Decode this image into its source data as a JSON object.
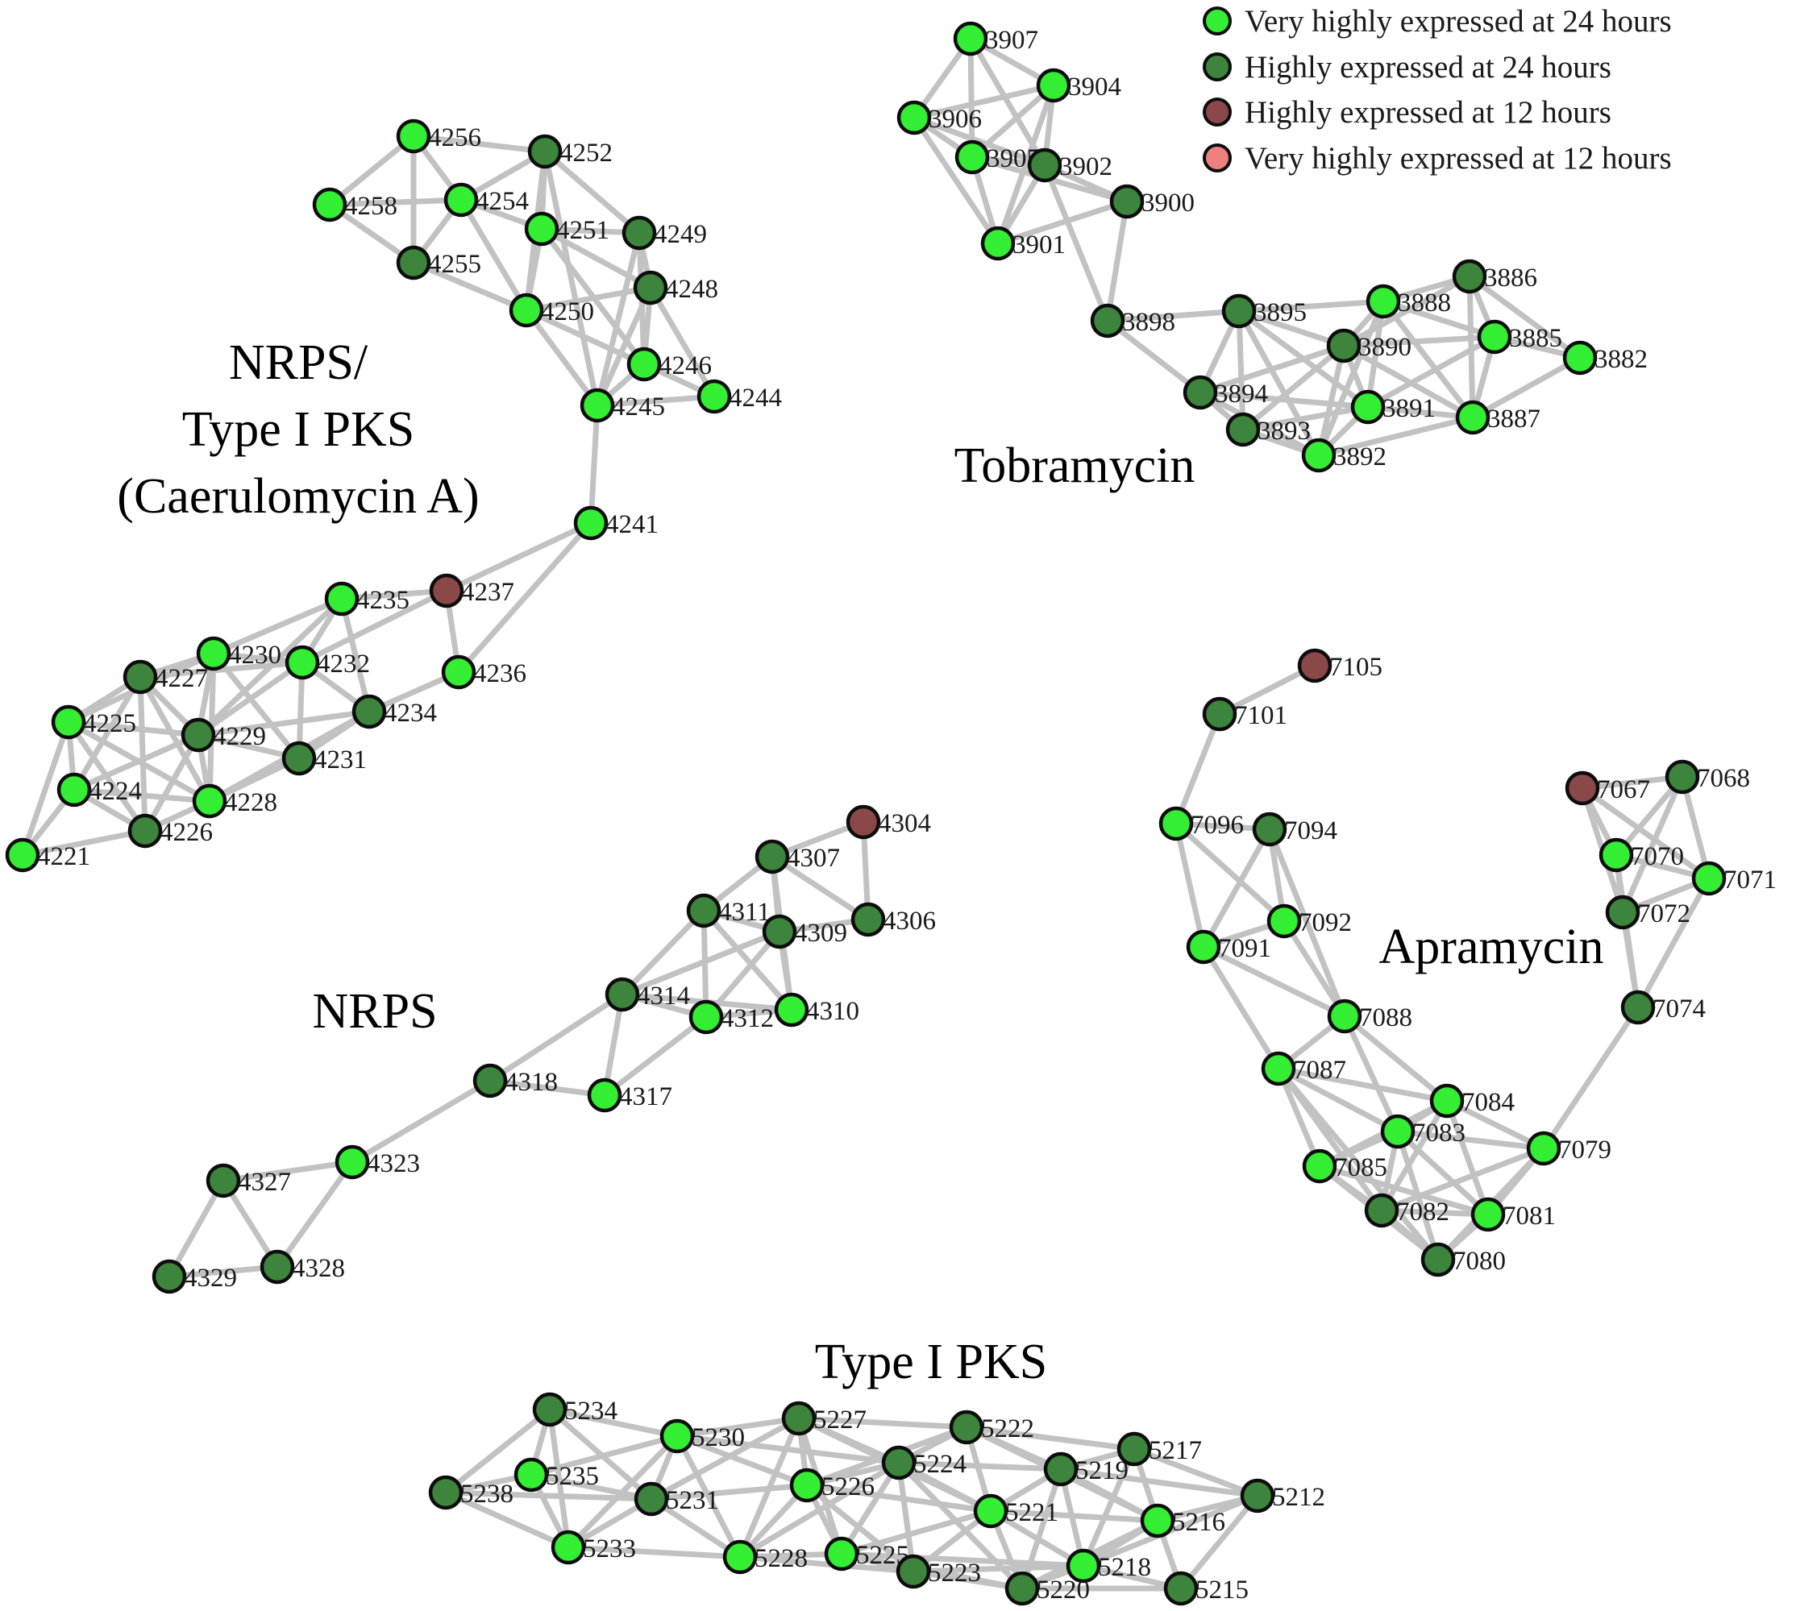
{
  "colors": {
    "very_high_24": "#33ee33",
    "high_24": "#3d843d",
    "high_12": "#8a4848",
    "very_high_12": "#ee8080",
    "edge": "#c2c2c2"
  },
  "legend": [
    {
      "label": "Very highly expressed at 24 hours",
      "category": "very_high_24"
    },
    {
      "label": "Highly expressed at 24 hours",
      "category": "high_24"
    },
    {
      "label": "Highly expressed at 12 hours",
      "category": "high_12"
    },
    {
      "label": "Very highly expressed at 12 hours",
      "category": "very_high_12"
    }
  ],
  "clusters": [
    {
      "name": "nrps_pks",
      "label_lines": [
        "NRPS/",
        "Type I PKS",
        "(Caerulomycin A)"
      ]
    },
    {
      "name": "tobramycin",
      "label_lines": [
        "Tobramycin"
      ]
    },
    {
      "name": "nrps",
      "label_lines": [
        "NRPS"
      ]
    },
    {
      "name": "apramycin",
      "label_lines": [
        "Apramycin"
      ]
    },
    {
      "name": "type1pks",
      "label_lines": [
        "Type I PKS"
      ]
    }
  ],
  "nodes": [
    {
      "id": "4256",
      "category": "very_high_24"
    },
    {
      "id": "4252",
      "category": "high_24"
    },
    {
      "id": "4258",
      "category": "very_high_24"
    },
    {
      "id": "4254",
      "category": "very_high_24"
    },
    {
      "id": "4251",
      "category": "very_high_24"
    },
    {
      "id": "4249",
      "category": "high_24"
    },
    {
      "id": "4255",
      "category": "high_24"
    },
    {
      "id": "4248",
      "category": "high_24"
    },
    {
      "id": "4250",
      "category": "very_high_24"
    },
    {
      "id": "4246",
      "category": "very_high_24"
    },
    {
      "id": "4245",
      "category": "very_high_24"
    },
    {
      "id": "4244",
      "category": "very_high_24"
    },
    {
      "id": "4241",
      "category": "very_high_24"
    },
    {
      "id": "4235",
      "category": "very_high_24"
    },
    {
      "id": "4237",
      "category": "high_12"
    },
    {
      "id": "4230",
      "category": "very_high_24"
    },
    {
      "id": "4232",
      "category": "very_high_24"
    },
    {
      "id": "4227",
      "category": "high_24"
    },
    {
      "id": "4236",
      "category": "very_high_24"
    },
    {
      "id": "4225",
      "category": "very_high_24"
    },
    {
      "id": "4229",
      "category": "high_24"
    },
    {
      "id": "4234",
      "category": "high_24"
    },
    {
      "id": "4231",
      "category": "high_24"
    },
    {
      "id": "4224",
      "category": "very_high_24"
    },
    {
      "id": "4228",
      "category": "very_high_24"
    },
    {
      "id": "4226",
      "category": "high_24"
    },
    {
      "id": "4221",
      "category": "very_high_24"
    },
    {
      "id": "3907",
      "category": "very_high_24"
    },
    {
      "id": "3904",
      "category": "very_high_24"
    },
    {
      "id": "3906",
      "category": "very_high_24"
    },
    {
      "id": "3905",
      "category": "very_high_24"
    },
    {
      "id": "3902",
      "category": "high_24"
    },
    {
      "id": "3900",
      "category": "high_24"
    },
    {
      "id": "3901",
      "category": "very_high_24"
    },
    {
      "id": "3898",
      "category": "high_24"
    },
    {
      "id": "3895",
      "category": "high_24"
    },
    {
      "id": "3888",
      "category": "very_high_24"
    },
    {
      "id": "3886",
      "category": "high_24"
    },
    {
      "id": "3890",
      "category": "high_24"
    },
    {
      "id": "3885",
      "category": "very_high_24"
    },
    {
      "id": "3882",
      "category": "very_high_24"
    },
    {
      "id": "3894",
      "category": "high_24"
    },
    {
      "id": "3891",
      "category": "very_high_24"
    },
    {
      "id": "3887",
      "category": "very_high_24"
    },
    {
      "id": "3893",
      "category": "high_24"
    },
    {
      "id": "3892",
      "category": "very_high_24"
    },
    {
      "id": "4304",
      "category": "high_12"
    },
    {
      "id": "4307",
      "category": "high_24"
    },
    {
      "id": "4311",
      "category": "high_24"
    },
    {
      "id": "4309",
      "category": "high_24"
    },
    {
      "id": "4306",
      "category": "high_24"
    },
    {
      "id": "4314",
      "category": "high_24"
    },
    {
      "id": "4312",
      "category": "very_high_24"
    },
    {
      "id": "4310",
      "category": "very_high_24"
    },
    {
      "id": "4318",
      "category": "high_24"
    },
    {
      "id": "4317",
      "category": "very_high_24"
    },
    {
      "id": "4323",
      "category": "very_high_24"
    },
    {
      "id": "4327",
      "category": "high_24"
    },
    {
      "id": "4329",
      "category": "high_24"
    },
    {
      "id": "4328",
      "category": "high_24"
    },
    {
      "id": "7105",
      "category": "high_12"
    },
    {
      "id": "7101",
      "category": "high_24"
    },
    {
      "id": "7096",
      "category": "very_high_24"
    },
    {
      "id": "7094",
      "category": "high_24"
    },
    {
      "id": "7092",
      "category": "very_high_24"
    },
    {
      "id": "7091",
      "category": "very_high_24"
    },
    {
      "id": "7088",
      "category": "very_high_24"
    },
    {
      "id": "7087",
      "category": "very_high_24"
    },
    {
      "id": "7084",
      "category": "very_high_24"
    },
    {
      "id": "7083",
      "category": "very_high_24"
    },
    {
      "id": "7085",
      "category": "very_high_24"
    },
    {
      "id": "7079",
      "category": "very_high_24"
    },
    {
      "id": "7082",
      "category": "high_24"
    },
    {
      "id": "7081",
      "category": "very_high_24"
    },
    {
      "id": "7080",
      "category": "high_24"
    },
    {
      "id": "7067",
      "category": "high_12"
    },
    {
      "id": "7068",
      "category": "high_24"
    },
    {
      "id": "7070",
      "category": "very_high_24"
    },
    {
      "id": "7071",
      "category": "very_high_24"
    },
    {
      "id": "7072",
      "category": "high_24"
    },
    {
      "id": "7074",
      "category": "high_24"
    },
    {
      "id": "5234",
      "category": "high_24"
    },
    {
      "id": "5230",
      "category": "very_high_24"
    },
    {
      "id": "5227",
      "category": "high_24"
    },
    {
      "id": "5222",
      "category": "high_24"
    },
    {
      "id": "5217",
      "category": "high_24"
    },
    {
      "id": "5238",
      "category": "high_24"
    },
    {
      "id": "5235",
      "category": "very_high_24"
    },
    {
      "id": "5231",
      "category": "high_24"
    },
    {
      "id": "5226",
      "category": "very_high_24"
    },
    {
      "id": "5224",
      "category": "high_24"
    },
    {
      "id": "5219",
      "category": "high_24"
    },
    {
      "id": "5212",
      "category": "high_24"
    },
    {
      "id": "5221",
      "category": "very_high_24"
    },
    {
      "id": "5216",
      "category": "very_high_24"
    },
    {
      "id": "5233",
      "category": "very_high_24"
    },
    {
      "id": "5228",
      "category": "very_high_24"
    },
    {
      "id": "5225",
      "category": "very_high_24"
    },
    {
      "id": "5223",
      "category": "high_24"
    },
    {
      "id": "5218",
      "category": "very_high_24"
    },
    {
      "id": "5220",
      "category": "high_24"
    },
    {
      "id": "5215",
      "category": "high_24"
    }
  ],
  "edges": [
    [
      "4256",
      "4252"
    ],
    [
      "4256",
      "4258"
    ],
    [
      "4256",
      "4254"
    ],
    [
      "4256",
      "4255"
    ],
    [
      "4252",
      "4254"
    ],
    [
      "4252",
      "4251"
    ],
    [
      "4252",
      "4249"
    ],
    [
      "4252",
      "4250"
    ],
    [
      "4258",
      "4254"
    ],
    [
      "4258",
      "4255"
    ],
    [
      "4254",
      "4251"
    ],
    [
      "4254",
      "4255"
    ],
    [
      "4254",
      "4250"
    ],
    [
      "4251",
      "4249"
    ],
    [
      "4251",
      "4250"
    ],
    [
      "4251",
      "4248"
    ],
    [
      "4251",
      "4246"
    ],
    [
      "4255",
      "4250"
    ],
    [
      "4250",
      "4248"
    ],
    [
      "4250",
      "4246"
    ],
    [
      "4250",
      "4245"
    ],
    [
      "4249",
      "4248"
    ],
    [
      "4249",
      "4246"
    ],
    [
      "4249",
      "4245"
    ],
    [
      "4248",
      "4246"
    ],
    [
      "4248",
      "4244"
    ],
    [
      "4248",
      "4245"
    ],
    [
      "4246",
      "4245"
    ],
    [
      "4246",
      "4244"
    ],
    [
      "4245",
      "4244"
    ],
    [
      "4245",
      "4241"
    ],
    [
      "4252",
      "4245"
    ],
    [
      "4241",
      "4237"
    ],
    [
      "4241",
      "4236"
    ],
    [
      "4235",
      "4237"
    ],
    [
      "4235",
      "4230"
    ],
    [
      "4235",
      "4232"
    ],
    [
      "4235",
      "4229"
    ],
    [
      "4235",
      "4234"
    ],
    [
      "4237",
      "4236"
    ],
    [
      "4237",
      "4232"
    ],
    [
      "4230",
      "4227"
    ],
    [
      "4230",
      "4232"
    ],
    [
      "4230",
      "4225"
    ],
    [
      "4230",
      "4229"
    ],
    [
      "4230",
      "4228"
    ],
    [
      "4230",
      "4231"
    ],
    [
      "4232",
      "4234"
    ],
    [
      "4232",
      "4229"
    ],
    [
      "4232",
      "4231"
    ],
    [
      "4232",
      "4227"
    ],
    [
      "4227",
      "4225"
    ],
    [
      "4227",
      "4229"
    ],
    [
      "4227",
      "4224"
    ],
    [
      "4227",
      "4226"
    ],
    [
      "4227",
      "4228"
    ],
    [
      "4225",
      "4229"
    ],
    [
      "4225",
      "4224"
    ],
    [
      "4225",
      "4226"
    ],
    [
      "4225",
      "4221"
    ],
    [
      "4225",
      "4228"
    ],
    [
      "4229",
      "4228"
    ],
    [
      "4229",
      "4231"
    ],
    [
      "4229",
      "4224"
    ],
    [
      "4229",
      "4226"
    ],
    [
      "4229",
      "4234"
    ],
    [
      "4234",
      "4231"
    ],
    [
      "4234",
      "4228"
    ],
    [
      "4236",
      "4234"
    ],
    [
      "4231",
      "4228"
    ],
    [
      "4224",
      "4226"
    ],
    [
      "4224",
      "4221"
    ],
    [
      "4224",
      "4228"
    ],
    [
      "4228",
      "4226"
    ],
    [
      "4226",
      "4221"
    ],
    [
      "4228",
      "4234"
    ],
    [
      "3907",
      "3904"
    ],
    [
      "3907",
      "3906"
    ],
    [
      "3907",
      "3905"
    ],
    [
      "3907",
      "3902"
    ],
    [
      "3904",
      "3906"
    ],
    [
      "3904",
      "3905"
    ],
    [
      "3904",
      "3902"
    ],
    [
      "3904",
      "3901"
    ],
    [
      "3906",
      "3905"
    ],
    [
      "3906",
      "3902"
    ],
    [
      "3906",
      "3901"
    ],
    [
      "3905",
      "3902"
    ],
    [
      "3905",
      "3901"
    ],
    [
      "3905",
      "3900"
    ],
    [
      "3902",
      "3900"
    ],
    [
      "3902",
      "3901"
    ],
    [
      "3902",
      "3898"
    ],
    [
      "3900",
      "3898"
    ],
    [
      "3900",
      "3901"
    ],
    [
      "3898",
      "3895"
    ],
    [
      "3898",
      "3894"
    ],
    [
      "3895",
      "3890"
    ],
    [
      "3895",
      "3894"
    ],
    [
      "3895",
      "3893"
    ],
    [
      "3895",
      "3891"
    ],
    [
      "3895",
      "3888"
    ],
    [
      "3895",
      "3892"
    ],
    [
      "3888",
      "3886"
    ],
    [
      "3888",
      "3890"
    ],
    [
      "3888",
      "3885"
    ],
    [
      "3888",
      "3891"
    ],
    [
      "3888",
      "3887"
    ],
    [
      "3888",
      "3892"
    ],
    [
      "3886",
      "3890"
    ],
    [
      "3886",
      "3885"
    ],
    [
      "3886",
      "3882"
    ],
    [
      "3886",
      "3887"
    ],
    [
      "3890",
      "3885"
    ],
    [
      "3890",
      "3891"
    ],
    [
      "3890",
      "3894"
    ],
    [
      "3890",
      "3893"
    ],
    [
      "3890",
      "3892"
    ],
    [
      "3890",
      "3887"
    ],
    [
      "3885",
      "3882"
    ],
    [
      "3885",
      "3887"
    ],
    [
      "3885",
      "3891"
    ],
    [
      "3882",
      "3887"
    ],
    [
      "3894",
      "3893"
    ],
    [
      "3894",
      "3891"
    ],
    [
      "3894",
      "3892"
    ],
    [
      "3891",
      "3887"
    ],
    [
      "3891",
      "3893"
    ],
    [
      "3891",
      "3892"
    ],
    [
      "3893",
      "3892"
    ],
    [
      "3887",
      "3892"
    ],
    [
      "4304",
      "4307"
    ],
    [
      "4304",
      "4306"
    ],
    [
      "4307",
      "4311"
    ],
    [
      "4307",
      "4309"
    ],
    [
      "4307",
      "4306"
    ],
    [
      "4307",
      "4310"
    ],
    [
      "4311",
      "4309"
    ],
    [
      "4311",
      "4314"
    ],
    [
      "4311",
      "4312"
    ],
    [
      "4311",
      "4310"
    ],
    [
      "4309",
      "4306"
    ],
    [
      "4309",
      "4314"
    ],
    [
      "4309",
      "4312"
    ],
    [
      "4309",
      "4310"
    ],
    [
      "4314",
      "4312"
    ],
    [
      "4314",
      "4310"
    ],
    [
      "4314",
      "4318"
    ],
    [
      "4314",
      "4317"
    ],
    [
      "4312",
      "4310"
    ],
    [
      "4312",
      "4317"
    ],
    [
      "4318",
      "4317"
    ],
    [
      "4318",
      "4323"
    ],
    [
      "4323",
      "4327"
    ],
    [
      "4323",
      "4328"
    ],
    [
      "4327",
      "4329"
    ],
    [
      "4327",
      "4328"
    ],
    [
      "4329",
      "4328"
    ],
    [
      "7105",
      "7101"
    ],
    [
      "7101",
      "7096"
    ],
    [
      "7096",
      "7094"
    ],
    [
      "7096",
      "7092"
    ],
    [
      "7096",
      "7091"
    ],
    [
      "7094",
      "7092"
    ],
    [
      "7094",
      "7091"
    ],
    [
      "7094",
      "7088"
    ],
    [
      "7092",
      "7091"
    ],
    [
      "7092",
      "7088"
    ],
    [
      "7091",
      "7088"
    ],
    [
      "7091",
      "7087"
    ],
    [
      "7088",
      "7087"
    ],
    [
      "7088",
      "7084"
    ],
    [
      "7088",
      "7083"
    ],
    [
      "7087",
      "7084"
    ],
    [
      "7087",
      "7083"
    ],
    [
      "7087",
      "7085"
    ],
    [
      "7087",
      "7082"
    ],
    [
      "7087",
      "7080"
    ],
    [
      "7084",
      "7083"
    ],
    [
      "7084",
      "7079"
    ],
    [
      "7084",
      "7081"
    ],
    [
      "7084",
      "7082"
    ],
    [
      "7084",
      "7085"
    ],
    [
      "7083",
      "7085"
    ],
    [
      "7083",
      "7079"
    ],
    [
      "7083",
      "7082"
    ],
    [
      "7083",
      "7081"
    ],
    [
      "7083",
      "7080"
    ],
    [
      "7085",
      "7082"
    ],
    [
      "7085",
      "7080"
    ],
    [
      "7085",
      "7081"
    ],
    [
      "7079",
      "7081"
    ],
    [
      "7079",
      "7080"
    ],
    [
      "7079",
      "7082"
    ],
    [
      "7079",
      "7074"
    ],
    [
      "7082",
      "7081"
    ],
    [
      "7082",
      "7080"
    ],
    [
      "7081",
      "7080"
    ],
    [
      "7067",
      "7068"
    ],
    [
      "7067",
      "7070"
    ],
    [
      "7067",
      "7072"
    ],
    [
      "7067",
      "7071"
    ],
    [
      "7068",
      "7070"
    ],
    [
      "7068",
      "7071"
    ],
    [
      "7068",
      "7072"
    ],
    [
      "7070",
      "7071"
    ],
    [
      "7070",
      "7072"
    ],
    [
      "7071",
      "7072"
    ],
    [
      "7071",
      "7074"
    ],
    [
      "7072",
      "7074"
    ],
    [
      "7070",
      "7074"
    ],
    [
      "5234",
      "5230"
    ],
    [
      "5234",
      "5238"
    ],
    [
      "5234",
      "5235"
    ],
    [
      "5234",
      "5231"
    ],
    [
      "5234",
      "5233"
    ],
    [
      "5230",
      "5227"
    ],
    [
      "5230",
      "5235"
    ],
    [
      "5230",
      "5231"
    ],
    [
      "5230",
      "5226"
    ],
    [
      "5230",
      "5228"
    ],
    [
      "5230",
      "5233"
    ],
    [
      "5230",
      "5224"
    ],
    [
      "5227",
      "5222"
    ],
    [
      "5227",
      "5226"
    ],
    [
      "5227",
      "5224"
    ],
    [
      "5227",
      "5231"
    ],
    [
      "5227",
      "5228"
    ],
    [
      "5227",
      "5225"
    ],
    [
      "5227",
      "5221"
    ],
    [
      "5222",
      "5217"
    ],
    [
      "5222",
      "5224"
    ],
    [
      "5222",
      "5219"
    ],
    [
      "5222",
      "5221"
    ],
    [
      "5222",
      "5226"
    ],
    [
      "5222",
      "5216"
    ],
    [
      "5217",
      "5219"
    ],
    [
      "5217",
      "5212"
    ],
    [
      "5217",
      "5216"
    ],
    [
      "5217",
      "5218"
    ],
    [
      "5238",
      "5235"
    ],
    [
      "5238",
      "5233"
    ],
    [
      "5238",
      "5231"
    ],
    [
      "5235",
      "5231"
    ],
    [
      "5235",
      "5233"
    ],
    [
      "5231",
      "5233"
    ],
    [
      "5231",
      "5228"
    ],
    [
      "5231",
      "5226"
    ],
    [
      "5226",
      "5224"
    ],
    [
      "5226",
      "5228"
    ],
    [
      "5226",
      "5225"
    ],
    [
      "5226",
      "5223"
    ],
    [
      "5226",
      "5221"
    ],
    [
      "5224",
      "5219"
    ],
    [
      "5224",
      "5221"
    ],
    [
      "5224",
      "5225"
    ],
    [
      "5224",
      "5223"
    ],
    [
      "5224",
      "5228"
    ],
    [
      "5224",
      "5220"
    ],
    [
      "5219",
      "5221"
    ],
    [
      "5219",
      "5216"
    ],
    [
      "5219",
      "5218"
    ],
    [
      "5219",
      "5220"
    ],
    [
      "5219",
      "5212"
    ],
    [
      "5212",
      "5216"
    ],
    [
      "5212",
      "5215"
    ],
    [
      "5221",
      "5216"
    ],
    [
      "5221",
      "5218"
    ],
    [
      "5221",
      "5220"
    ],
    [
      "5221",
      "5223"
    ],
    [
      "5221",
      "5225"
    ],
    [
      "5216",
      "5218"
    ],
    [
      "5216",
      "5215"
    ],
    [
      "5216",
      "5220"
    ],
    [
      "5233",
      "5228"
    ],
    [
      "5228",
      "5225"
    ],
    [
      "5228",
      "5223"
    ],
    [
      "5225",
      "5223"
    ],
    [
      "5225",
      "5220"
    ],
    [
      "5225",
      "5218"
    ],
    [
      "5223",
      "5220"
    ],
    [
      "5223",
      "5218"
    ],
    [
      "5220",
      "5218"
    ],
    [
      "5220",
      "5215"
    ],
    [
      "5218",
      "5215"
    ],
    [
      "5212",
      "5218"
    ]
  ]
}
